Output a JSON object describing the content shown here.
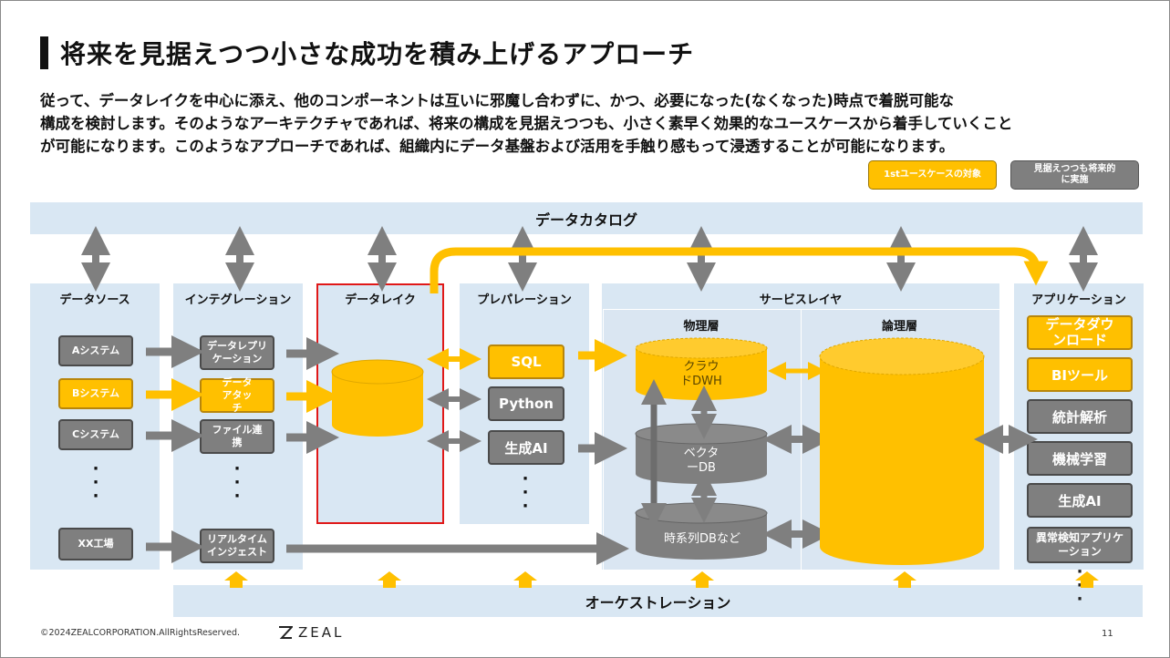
{
  "title": "将来を見据えつつ小さな成功を積み上げるアプローチ",
  "body": {
    "line1": "従って、データレイクを中心に添え、他のコンポーネントは互いに邪魔し合わずに、かつ、必要になった(なくなった)時点で着脱可能な",
    "line2": "構成を検討します。そのようなアーキテクチャであれば、将来の構成を見据えつつも、小さく素早く効果的なユースケースから着手していくこと",
    "line3": "が可能になります。このようなアプローチであれば、組織内にデータ基盤および活用を手触り感もって浸透することが可能になります。"
  },
  "legend": {
    "first_usecase": "1stユースケースの対象",
    "future": "見据えつつも将来的に実施"
  },
  "bands": {
    "catalog": "データカタログ",
    "orchestration": "オーケストレーション"
  },
  "columns": {
    "datasource": "データソース",
    "integration": "インテグレーション",
    "datalake": "データレイク",
    "preparation": "プレパレーション",
    "service": "サービスレイヤ",
    "physical": "物理層",
    "logical": "論理層",
    "application": "アプリケーション"
  },
  "sources": [
    "Aシステム",
    "Bシステム",
    "Cシステム",
    "XX工場"
  ],
  "integration": [
    "データレプリケーション",
    "データアタッチ",
    "ファイル連携",
    "リアルタイムインジェスト"
  ],
  "preparation": [
    "SQL",
    "Python",
    "生成AI"
  ],
  "physical": {
    "cloud": "クラウドDWH",
    "vector": "ベクターDB",
    "timeseries": "時系列DBなど"
  },
  "applications": [
    "データダウンロード",
    "BIツール",
    "統計解析",
    "機械学習",
    "生成AI",
    "異常検知アプリケーション"
  ],
  "footer": {
    "copyright": "©2024ZEALCORPORATION.AllRightsReserved.",
    "brand": "ZEAL",
    "page": "11"
  },
  "colors": {
    "highlight": "#ffc000",
    "future": "#7f7f7f",
    "panel": "#d9e7f3",
    "selection": "#e01818"
  }
}
